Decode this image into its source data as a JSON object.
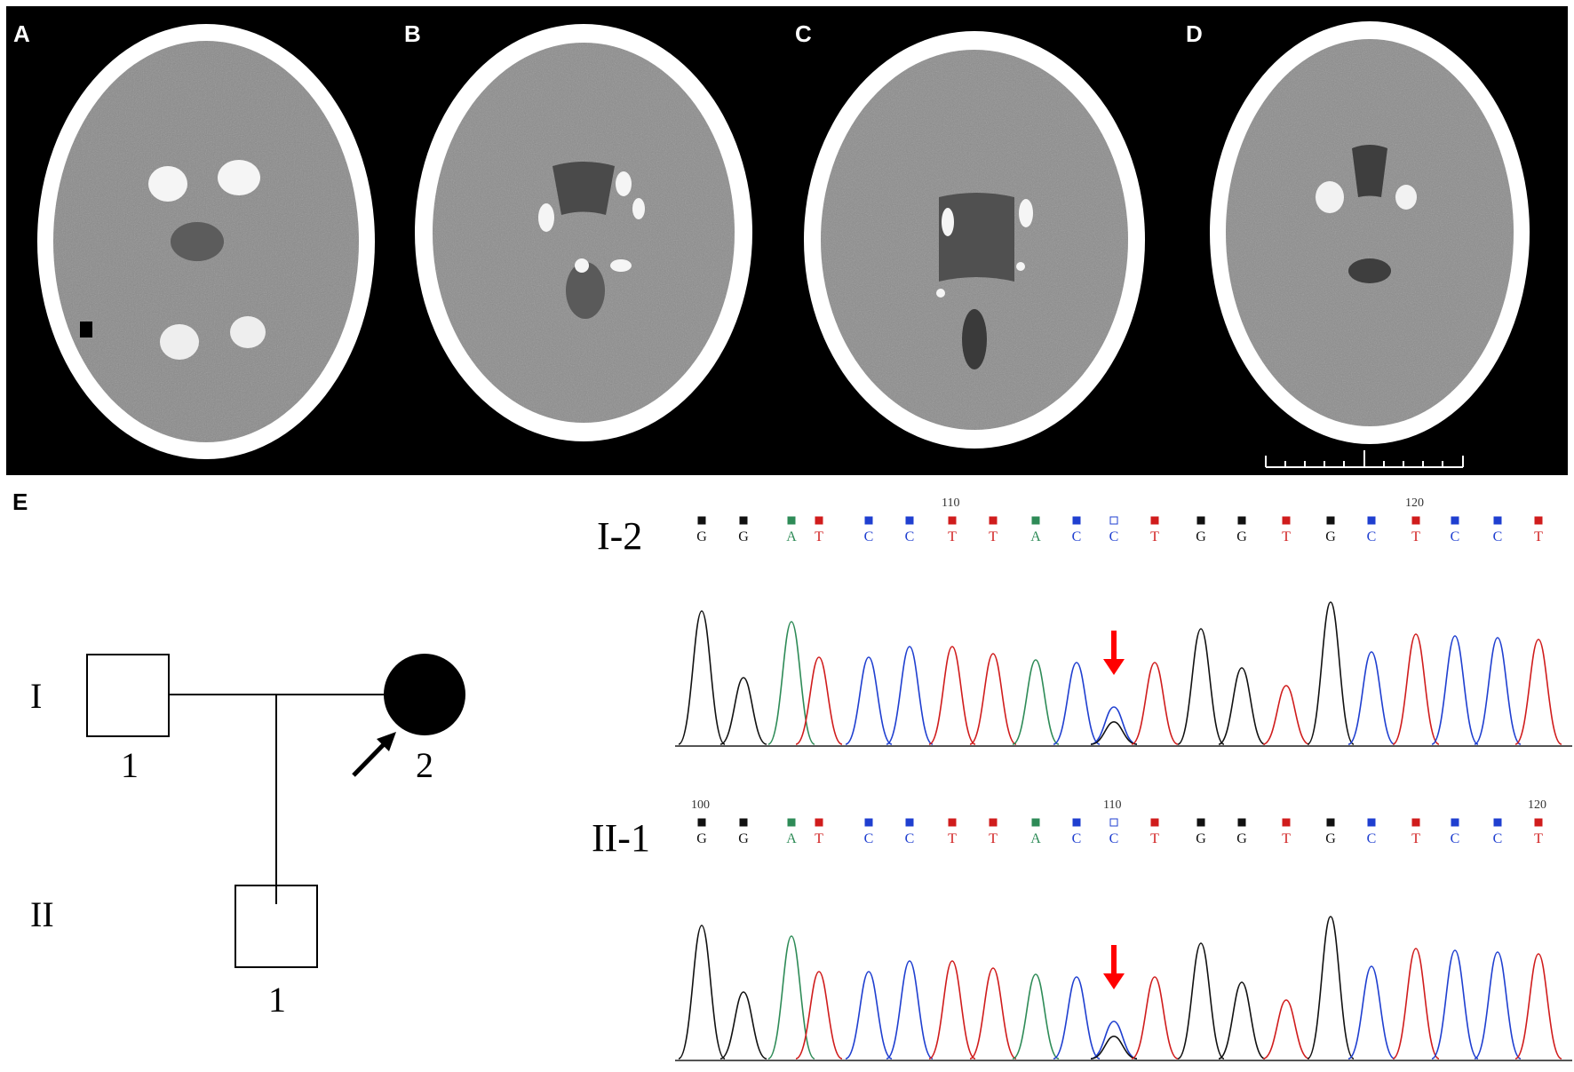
{
  "panels": {
    "a": "A",
    "b": "B",
    "c": "C",
    "d": "D",
    "e": "E"
  },
  "pedigree": {
    "gen_1": "I",
    "gen_2": "II",
    "ind_1_1": "1",
    "ind_1_2": "2",
    "ind_2_1": "1"
  },
  "sequencing": {
    "track_top_label": "I-2",
    "track_bottom_label": "II-1",
    "top_position_labels": [
      "110",
      "120"
    ],
    "bottom_position_labels": [
      "100",
      "110",
      "120"
    ],
    "bases": [
      "G",
      "G",
      "A",
      "T",
      "C",
      "C",
      "T",
      "T",
      "A",
      "C",
      "C",
      "T",
      "G",
      "G",
      "T",
      "G",
      "C",
      "T",
      "C",
      "C",
      "T"
    ],
    "colors": {
      "A": "#2e8b57",
      "C": "#1f3fd0",
      "G": "#111111",
      "T": "#d01c1c"
    }
  },
  "markers": {
    "arrow_color": "#ff0000",
    "proband_arrow_color": "#000000"
  }
}
